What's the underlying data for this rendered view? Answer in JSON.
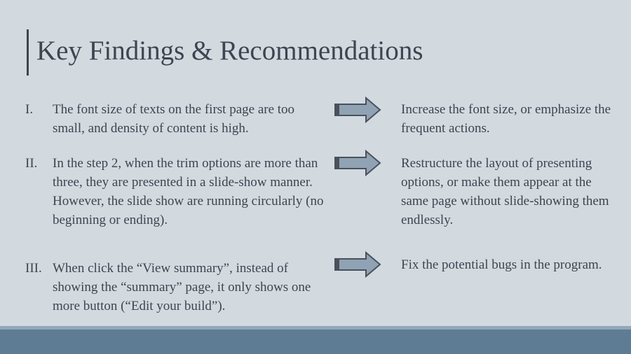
{
  "slide": {
    "title": "Key Findings & Recommendations"
  },
  "items": [
    {
      "numeral": "I.",
      "finding": "The font size of texts on the first page are too small, and density of content is high.",
      "recommendation": "Increase the font size, or emphasize the frequent actions."
    },
    {
      "numeral": "II.",
      "finding": "In the step 2, when the trim options are more than three, they are presented in a slide-show manner. However, the slide show are running circularly (no beginning or ending).",
      "recommendation": "Restructure the layout of presenting options, or make them appear at the same page without slide-showing them endlessly."
    },
    {
      "numeral": "III.",
      "finding": "When click the “View summary”, instead of showing the “summary” page, it only shows one more button (“Edit your build”).",
      "recommendation": "Fix the potential bugs in the program."
    }
  ],
  "colors": {
    "background": "#d2dae0",
    "text": "#3f4450",
    "arrow_fill": "#8fa3b4",
    "arrow_stroke": "#4a505c",
    "footer": "#5e7d94",
    "footer_line": "#93a8b8"
  },
  "icons": {
    "arrow": "right-arrow-icon"
  }
}
